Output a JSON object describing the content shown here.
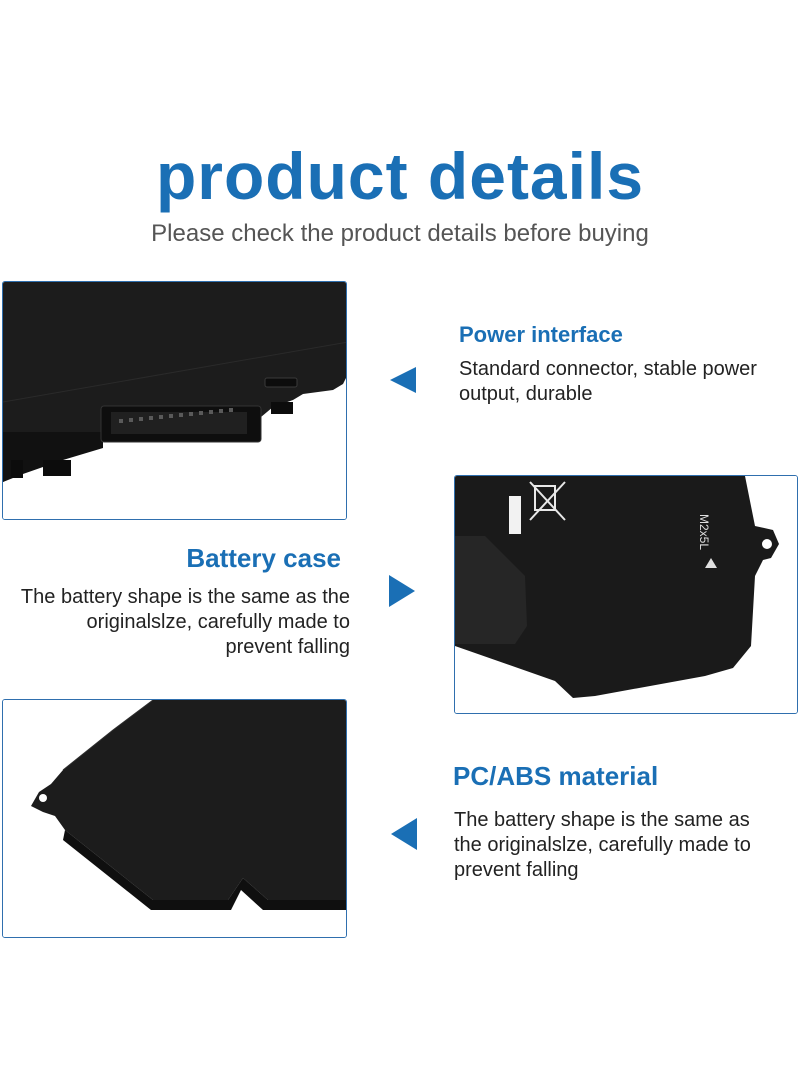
{
  "header": {
    "title": "product details",
    "subtitle": "Please check the product details before buying"
  },
  "features": [
    {
      "title": "Power interface",
      "description": "Standard connector, stable power output, durable"
    },
    {
      "title": "Battery case",
      "description": "The battery shape is the same as the originalslze, carefully made to prevent falling"
    },
    {
      "title": "PC/ABS material",
      "description": "The battery shape is the same as the originalslze, carefully made to prevent falling"
    }
  ],
  "photo_labels": {
    "screw_size": "M2x5L"
  },
  "colors": {
    "accent": "#1a6fb5",
    "frame": "#2f6fae",
    "battery": "#1a1a1a",
    "text": "#222222",
    "subtitle": "#555555"
  },
  "icons": {
    "arrow_left": "triangle-left-icon",
    "arrow_right": "triangle-right-icon",
    "recycle": "crossed-bin-icon"
  }
}
